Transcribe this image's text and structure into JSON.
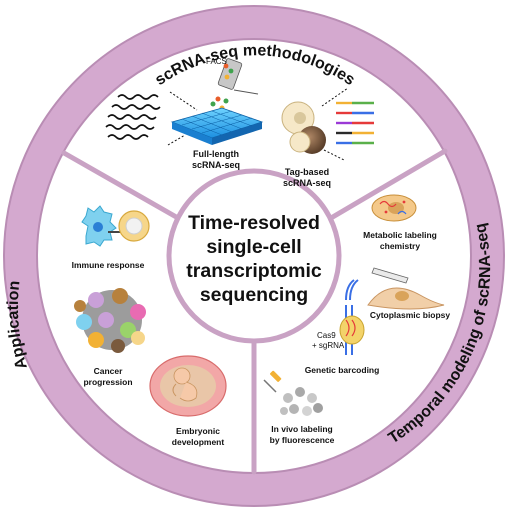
{
  "ring": {
    "top_title": "scRNA-seq methodologies",
    "right_title": "Temporal modeling of scRNA-seq",
    "left_title": "Application"
  },
  "center": {
    "line1": "Time-resolved",
    "line2": "single-cell",
    "line3": "transcriptomic",
    "line4": "sequencing"
  },
  "methodologies": {
    "facs": "FACS",
    "full_length_1": "Full-length",
    "full_length_2": "scRNA-seq",
    "tag_based_1": "Tag-based",
    "tag_based_2": "scRNA-seq"
  },
  "temporal": {
    "metabolic_1": "Metabolic labeling",
    "metabolic_2": "chemistry",
    "biopsy": "Cytoplasmic biopsy",
    "cas9_1": "Cas9",
    "cas9_2": "+ sgRNA",
    "barcoding": "Genetic barcoding",
    "invivo_1": "In vivo labeling",
    "invivo_2": "by fluorescence"
  },
  "application": {
    "immune": "Immune response",
    "cancer_1": "Cancer",
    "cancer_2": "progression",
    "embryo_1": "Embryonic",
    "embryo_2": "development"
  },
  "colors": {
    "ring": "#d4a9cf",
    "ring_edge": "#b98db4",
    "divider": "#c9a2c4",
    "text": "#111111"
  }
}
